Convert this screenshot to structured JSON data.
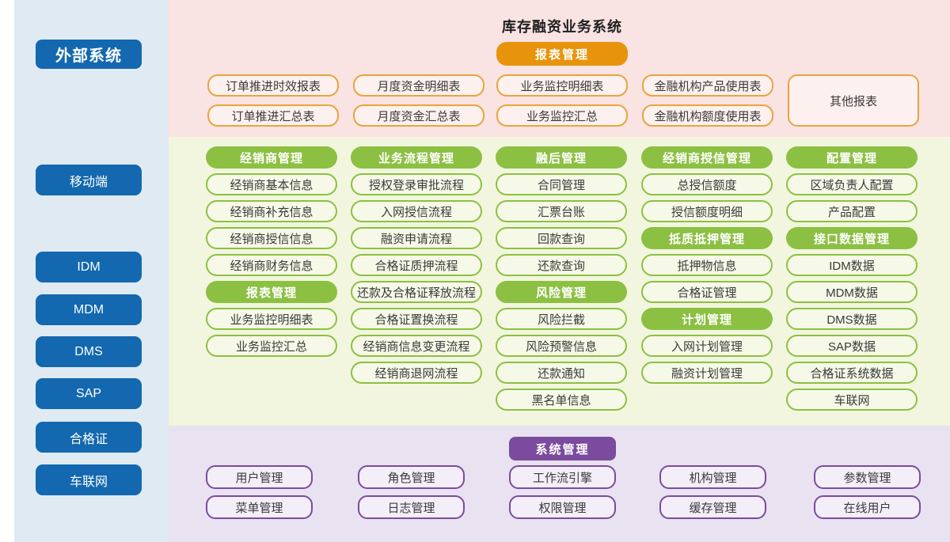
{
  "page_title": "库存融资业务系统",
  "colors": {
    "sidebar_bg": "#dfeaf2",
    "sidebar_button": "#1368af",
    "reports_band_bg": "#fae3e3",
    "reports_header": "#e8930c",
    "reports_box_border": "#e9a43c",
    "business_band_bg": "#f2f6de",
    "business_header": "#8cc042",
    "system_band_bg": "#e9e2f1",
    "system_header": "#7b4b9e"
  },
  "sidebar": {
    "title": "外部系统",
    "items": [
      "移动端",
      "IDM",
      "MDM",
      "DMS",
      "SAP",
      "合格证",
      "车联网"
    ]
  },
  "reports_section": {
    "header": "报表管理",
    "rows": [
      [
        "订单推进时效报表",
        "月度资金明细表",
        "业务监控明细表",
        "金融机构产品使用表"
      ],
      [
        "订单推进汇总表",
        "月度资金汇总表",
        "业务监控汇总",
        "金融机构额度使用表"
      ]
    ],
    "other": "其他报表"
  },
  "business_section": {
    "columns": [
      {
        "groups": [
          {
            "header": "经销商管理",
            "items": [
              "经销商基本信息",
              "经销商补充信息",
              "经销商授信信息",
              "经销商财务信息"
            ]
          },
          {
            "header": "报表管理",
            "items": [
              "业务监控明细表",
              "业务监控汇总"
            ]
          }
        ]
      },
      {
        "groups": [
          {
            "header": "业务流程管理",
            "items": [
              "授权登录审批流程",
              "入网授信流程",
              "融资申请流程",
              "合格证质押流程",
              "还款及合格证释放流程",
              "合格证置换流程",
              "经销商信息变更流程",
              "经销商退网流程"
            ]
          }
        ]
      },
      {
        "groups": [
          {
            "header": "融后管理",
            "items": [
              "合同管理",
              "汇票台账",
              "回款查询",
              "还款查询"
            ]
          },
          {
            "header": "风险管理",
            "items": [
              "风险拦截",
              "风险预警信息",
              "还款通知",
              "黑名单信息"
            ]
          }
        ]
      },
      {
        "groups": [
          {
            "header": "经销商授信管理",
            "items": [
              "总授信额度",
              "授信额度明细"
            ]
          },
          {
            "header": "抵质抵押管理",
            "items": [
              "抵押物信息",
              "合格证管理"
            ]
          },
          {
            "header": "计划管理",
            "items": [
              "入网计划管理",
              "融资计划管理"
            ]
          }
        ]
      },
      {
        "groups": [
          {
            "header": "配置管理",
            "items": [
              "区域负责人配置",
              "产品配置"
            ]
          },
          {
            "header": "接口数据管理",
            "items": [
              "IDM数据",
              "MDM数据",
              "DMS数据",
              "SAP数据",
              "合格证系统数据",
              "车联网"
            ]
          }
        ]
      }
    ]
  },
  "system_section": {
    "header": "系统管理",
    "columns": [
      [
        "用户管理",
        "菜单管理"
      ],
      [
        "角色管理",
        "日志管理"
      ],
      [
        "工作流引擎",
        "权限管理"
      ],
      [
        "机构管理",
        "缓存管理"
      ],
      [
        "参数管理",
        "在线用户"
      ]
    ]
  }
}
